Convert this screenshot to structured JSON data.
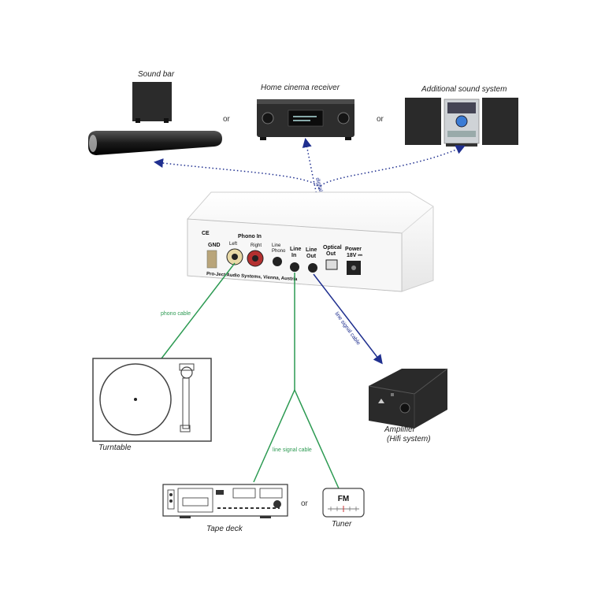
{
  "devices": {
    "sound_bar": "Sound bar",
    "home_cinema": "Home cinema receiver",
    "additional_sound": "Additional sound system",
    "turntable": "Turntable",
    "amplifier_line1": "Amplifier",
    "amplifier_line2": "(Hifi system)",
    "tape_deck": "Tape deck",
    "tuner": "Tuner"
  },
  "connectors": {
    "or_top_1": "or",
    "or_top_2": "or",
    "or_bottom": "or"
  },
  "cables": {
    "digital_optic": "digital optic cable",
    "phono": "phono cable",
    "line_signal_out": "line signal cable",
    "line_signal_in": "line signal cable"
  },
  "device_panel": {
    "ce": "CE",
    "gnd": "GND",
    "phono_in": "Phono In",
    "left": "Left",
    "right": "Right",
    "switch_line": "Line",
    "switch_phono": "Phono",
    "line_in": [
      "Line",
      "In"
    ],
    "line_out": [
      "Line",
      "Out"
    ],
    "optical_out": [
      "Optical",
      "Out"
    ],
    "power": [
      "Power",
      "18V ⎓"
    ],
    "brand_text": "Pro-Ject Audio Systems, Vienna, Austria"
  },
  "tuner_display": "FM",
  "colors": {
    "green_cable": "#2c9a52",
    "blue_cable": "#1f2f8f",
    "device_body": "#f2f2f2",
    "dark_device": "#2a2a2a"
  }
}
